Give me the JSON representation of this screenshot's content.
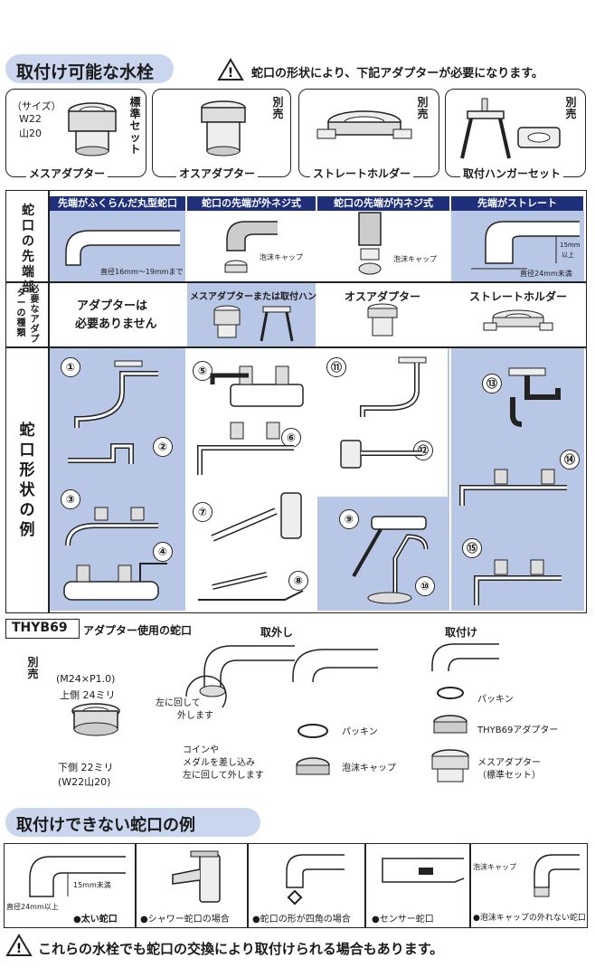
{
  "section1": {
    "title": "取付け可能な水栓",
    "warning": "蛇口の形状により、下記アダプターが必要になります。"
  },
  "adapters": [
    {
      "name": "メスアダプター",
      "tag": "標準セット",
      "spec_label": "（サイズ）",
      "spec1": "W22",
      "spec2": "山20"
    },
    {
      "name": "オスアダプター",
      "tag": "別売"
    },
    {
      "name": "ストレートホルダー",
      "tag": "別売"
    },
    {
      "name": "取付ハンガーセット",
      "tag": "別売"
    }
  ],
  "table": {
    "row_labels": {
      "tip": "蛇口の先端部",
      "adapter_line1": "必要なアダプ",
      "adapter_line2": "ターの種類",
      "examples": "蛇口形状の例"
    },
    "columns": [
      {
        "header": "先端がふくらんだ丸型蛇口",
        "tip_note": "直径16mm～19mmまで",
        "adapter": "アダプターは必要ありません",
        "adapter_l1": "アダプターは",
        "adapter_l2": "必要ありません"
      },
      {
        "header": "蛇口の先端が外ネジ式",
        "tip_note": "泡沫キャップ",
        "adapter": "メスアダプターまたは取付ハンガー"
      },
      {
        "header": "蛇口の先端が内ネジ式",
        "tip_note": "泡沫キャップ",
        "adapter": "オスアダプター"
      },
      {
        "header": "先端がストレート",
        "tip_note": "直径24mm未満",
        "tip_note2a": "15mm",
        "tip_note2b": "以上",
        "adapter": "ストレートホルダー"
      }
    ],
    "examples": [
      "①",
      "②",
      "③",
      "④",
      "⑤",
      "⑥",
      "⑦",
      "⑧",
      "⑨",
      "⑩",
      "⑪",
      "⑫",
      "⑬",
      "⑭",
      "⑮"
    ]
  },
  "thyb": {
    "code": "THYB69",
    "title": "アダプター使用の蛇口",
    "tag": "別売",
    "spec_top": "(M24×P1.0)",
    "spec_top2": "上側 24ミリ",
    "spec_bottom": "下側 22ミリ",
    "spec_bottom2": "(W22山20)",
    "remove_title": "取外し",
    "attach_title": "取付け",
    "remove_note1": "左に回して",
    "remove_note2": "外します",
    "coin_note1": "コインや",
    "coin_note2": "メダルを差し込み",
    "coin_note3": "左に回して外します",
    "packing": "パッキン",
    "foam_cap": "泡沫キャップ",
    "attach_packing": "パッキン",
    "attach_thyb": "THYB69アダプター",
    "attach_mesu": "メスアダプター",
    "attach_mesu2": "（標準セット）"
  },
  "section2": {
    "title": "取付けできない蛇口の例",
    "items": [
      {
        "label": "●太い蛇口",
        "note1": "15mm未満",
        "note2": "直径24mm以上"
      },
      {
        "label": "●シャワー蛇口の場合"
      },
      {
        "label": "●蛇口の形が四角の場合"
      },
      {
        "label": "●センサー蛇口"
      },
      {
        "label": "●泡沫キャップの外れない蛇口",
        "note1": "泡沫キャップ"
      }
    ],
    "footer": "これらの水栓でも蛇口の交換により取付けられる場合もあります。"
  },
  "colors": {
    "accent": "#1f2f7a",
    "light_blue": "#b9c7e6",
    "pill": "#c9d6ee"
  }
}
